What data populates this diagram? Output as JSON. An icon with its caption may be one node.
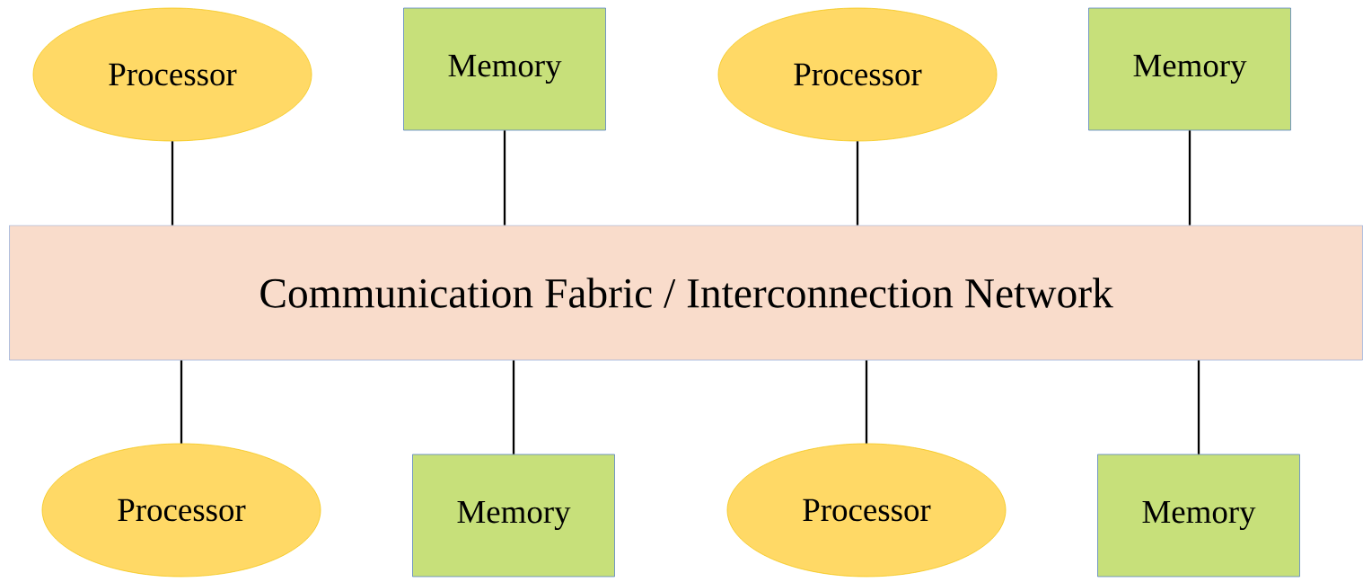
{
  "diagram": {
    "nodes": [
      {
        "text": [
          "Processor"
        ]
      },
      {
        "text": [
          "Memory"
        ]
      },
      {
        "text": [
          "Processor"
        ]
      },
      {
        "text": [
          "Memory"
        ]
      },
      {
        "text": [
          "Communication Fabric /  Interconnection Network"
        ]
      },
      {
        "text": [
          "Processor"
        ]
      },
      {
        "text": [
          "Memory"
        ]
      },
      {
        "text": [
          "Processor"
        ]
      },
      {
        "text": [
          "Memory"
        ]
      }
    ],
    "edges": [
      {
        "from": 0,
        "to": 4,
        "arrow": "none"
      },
      {
        "from": 1,
        "to": 4,
        "arrow": "none"
      },
      {
        "from": 2,
        "to": 4,
        "arrow": "none"
      },
      {
        "from": 3,
        "to": 4,
        "arrow": "none"
      },
      {
        "from": 5,
        "to": 4,
        "arrow": "none"
      },
      {
        "from": 6,
        "to": 4,
        "arrow": "none"
      },
      {
        "from": 7,
        "to": 4,
        "arrow": "none"
      },
      {
        "from": 8,
        "to": 4,
        "arrow": "none"
      }
    ]
  }
}
